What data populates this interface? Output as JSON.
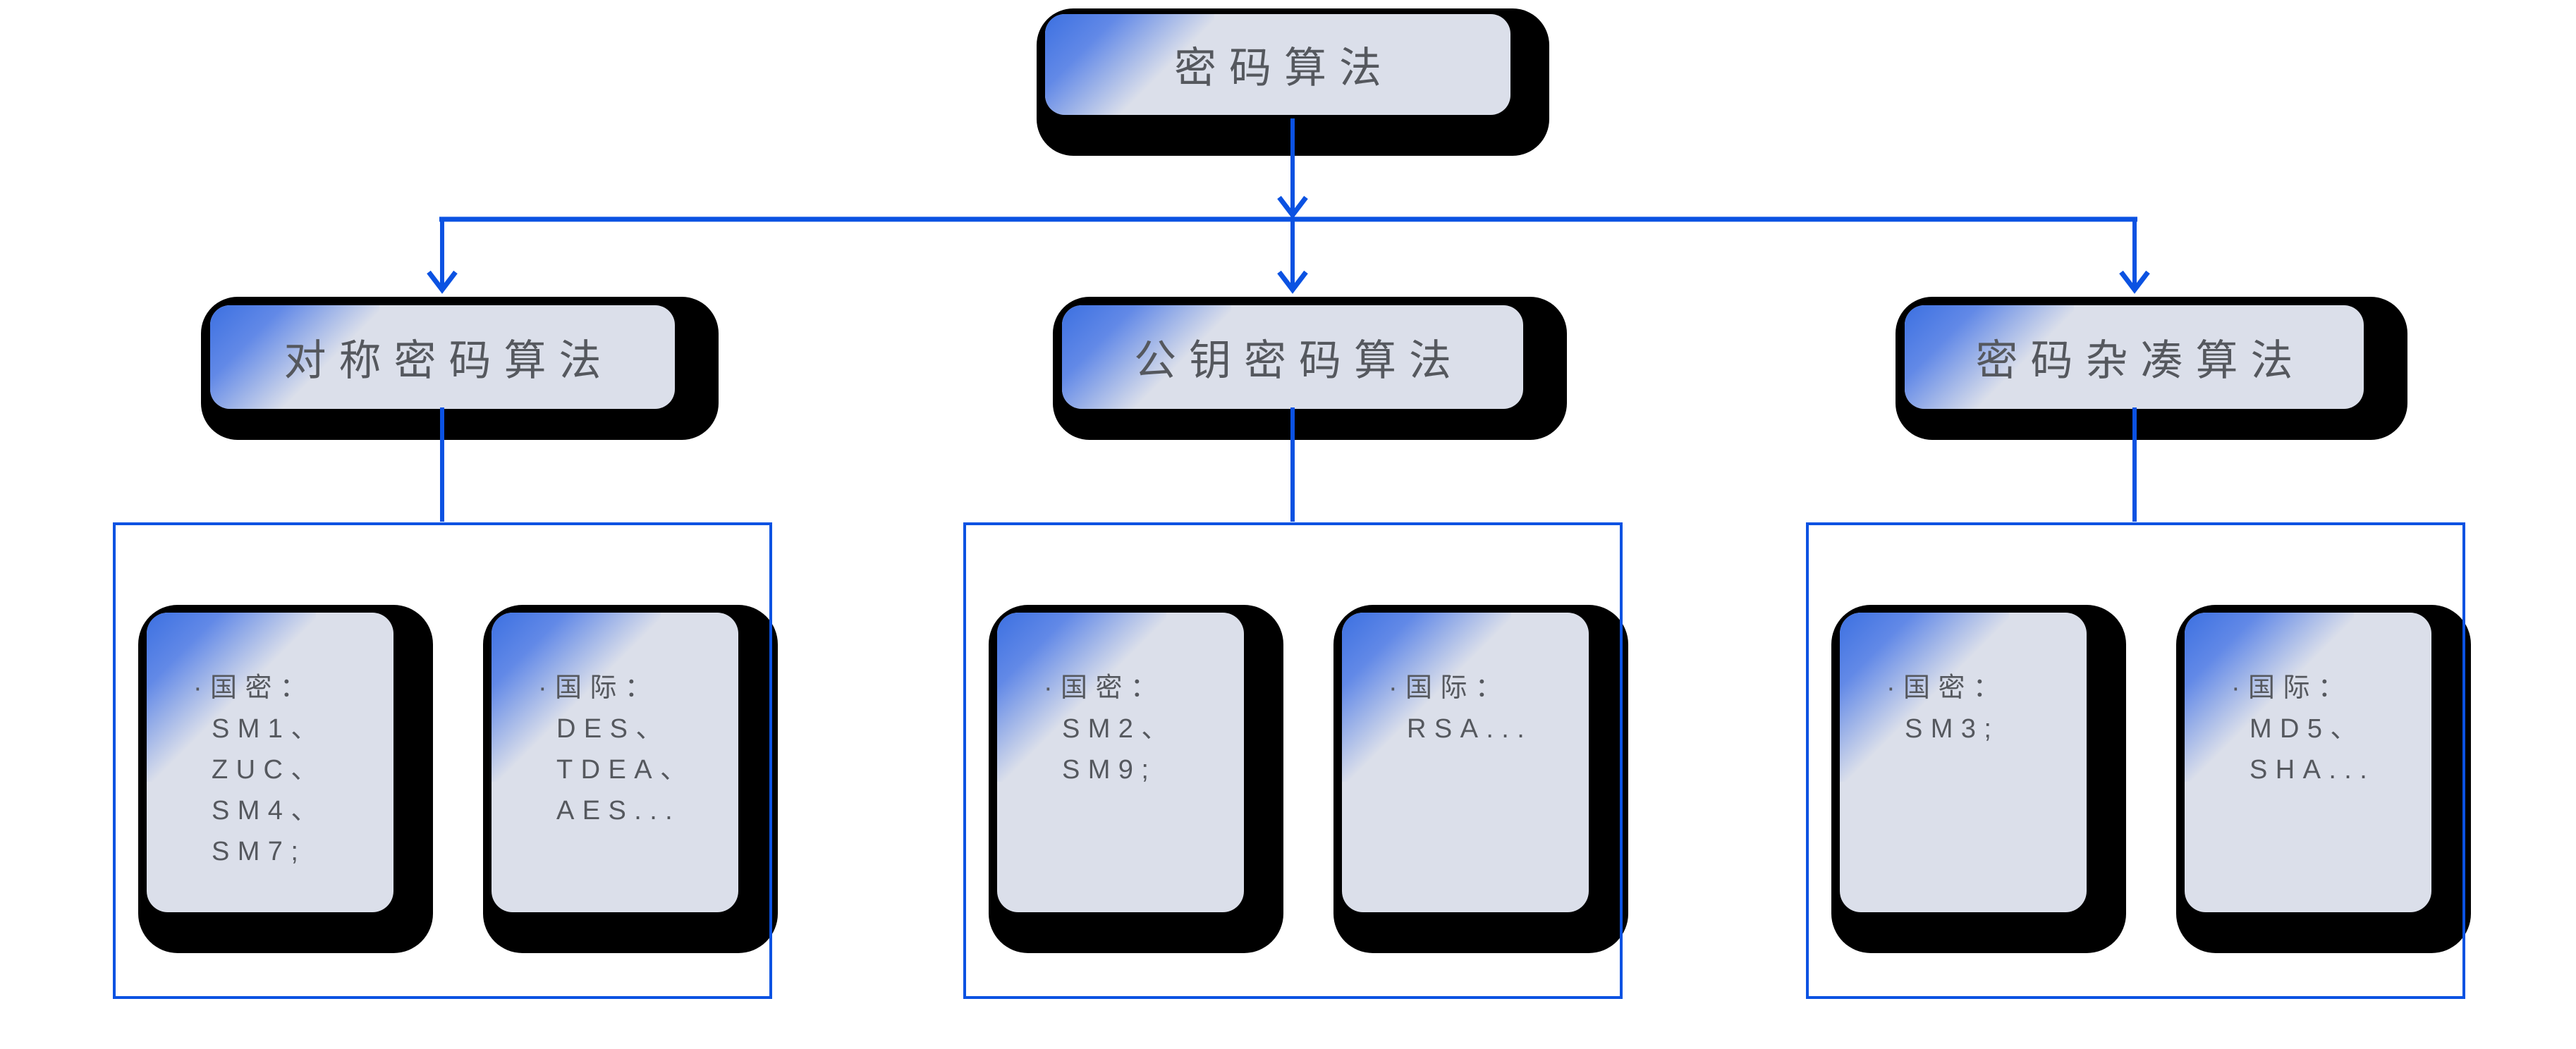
{
  "diagram": {
    "root": {
      "label": "密码算法"
    },
    "branches": [
      {
        "label": "对称密码算法",
        "cards": [
          {
            "lines": [
              "·国密：",
              "SM1、",
              "ZUC、",
              "SM4、",
              "SM7;"
            ]
          },
          {
            "lines": [
              "·国际：",
              "DES、",
              "TDEA、",
              "AES..."
            ]
          }
        ]
      },
      {
        "label": "公钥密码算法",
        "cards": [
          {
            "lines": [
              "·国密：",
              "SM2、",
              "SM9;"
            ]
          },
          {
            "lines": [
              "·国际：",
              "RSA..."
            ]
          }
        ]
      },
      {
        "label": "密码杂凑算法",
        "cards": [
          {
            "lines": [
              "·国密：",
              "SM3;"
            ]
          },
          {
            "lines": [
              "·国际：",
              "MD5、",
              "SHA..."
            ]
          }
        ]
      }
    ],
    "colors": {
      "accent_blue": "#0B52E2",
      "card_fill": "#DBDFEA",
      "corner_blue": "#3C70E1",
      "shadow_black": "#000000",
      "text_gray": "#55585E",
      "background": "#FFFFFF"
    }
  }
}
